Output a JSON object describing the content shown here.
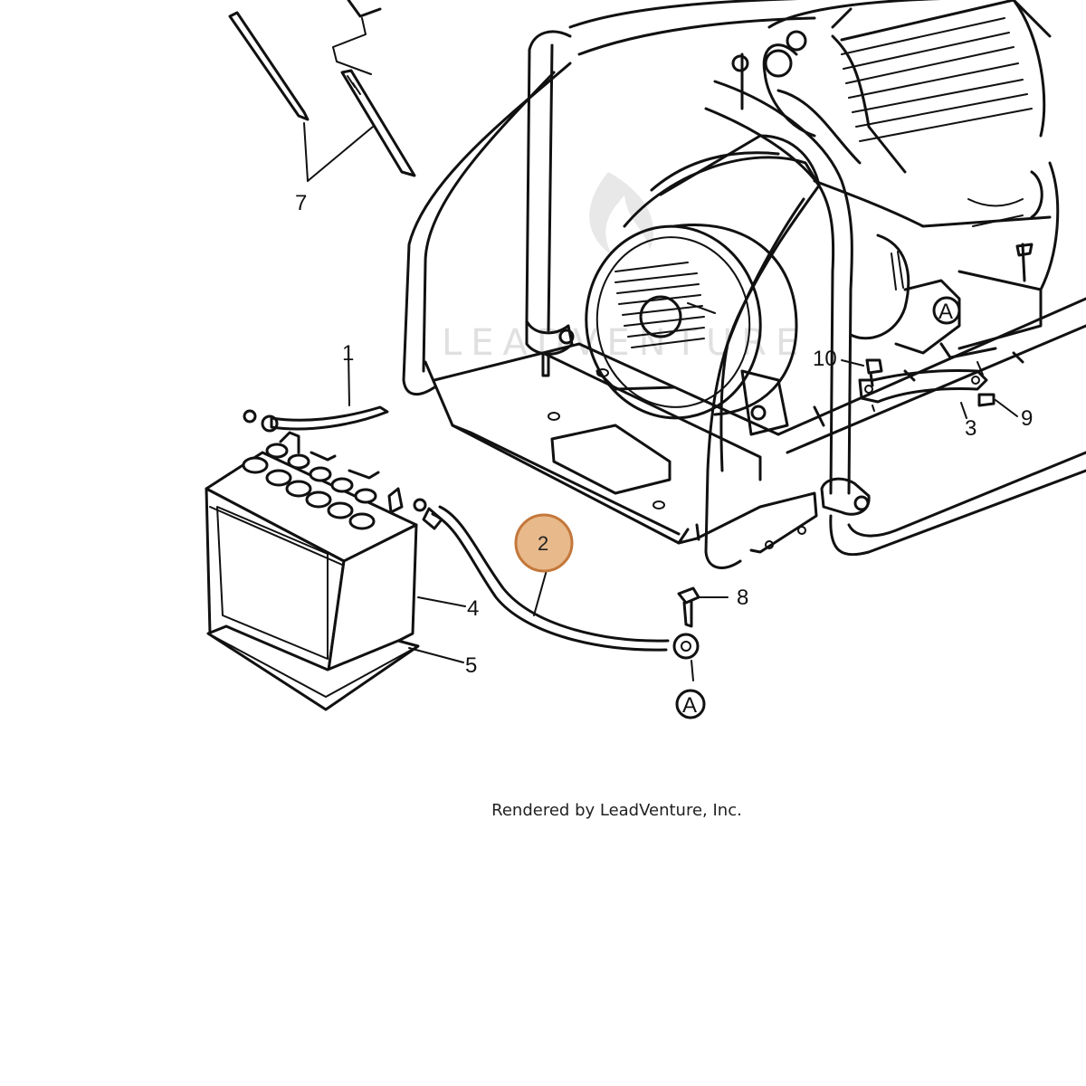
{
  "diagram": {
    "callouts": {
      "c1": "1",
      "c3": "3",
      "c4": "4",
      "c5": "5",
      "c7": "7",
      "c8": "8",
      "c9": "9",
      "c10": "10",
      "ref_a_engine": "A",
      "ref_a_cable": "A"
    },
    "highlighted_part": "2",
    "watermark": "LEADVENTURE",
    "credit": "Rendered by LeadVenture, Inc."
  },
  "colors": {
    "highlight_fill": "#e8b98a",
    "highlight_stroke": "#c4773b"
  }
}
